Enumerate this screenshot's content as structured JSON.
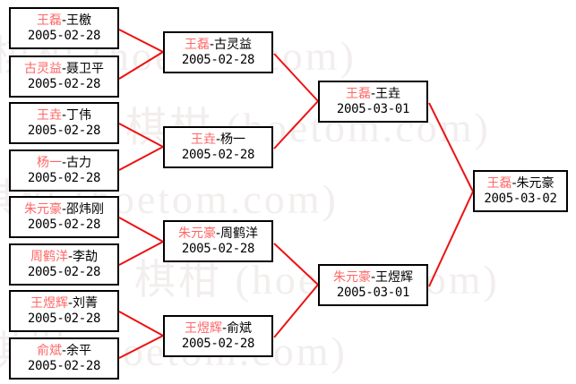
{
  "diagram": {
    "title": "Go tournament knockout bracket",
    "accent_line_color": "#ee1111",
    "winner_name_color": "#ff6666",
    "box_border_color": "#000000",
    "background_color": "#ffffff",
    "watermark_color": "#f2eeee",
    "watermark_text": "棋柑 (hoetom.com)"
  },
  "rounds": [
    {
      "name": "round-1",
      "matches": [
        {
          "id": "r1m1",
          "winner": "王磊",
          "sep": "-",
          "loser": "王檄",
          "date": "2005-02-28"
        },
        {
          "id": "r1m2",
          "winner": "古灵益",
          "sep": "-",
          "loser": "聂卫平",
          "date": "2005-02-28"
        },
        {
          "id": "r1m3",
          "winner": "王垚",
          "sep": "-",
          "loser": "丁伟",
          "date": "2005-02-28"
        },
        {
          "id": "r1m4",
          "winner": "杨一",
          "sep": "-",
          "loser": "古力",
          "date": "2005-02-28"
        },
        {
          "id": "r1m5",
          "winner": "朱元豪",
          "sep": "-",
          "loser": "邵炜刚",
          "date": "2005-02-28"
        },
        {
          "id": "r1m6",
          "winner": "周鹤洋",
          "sep": "-",
          "loser": "李劼",
          "date": "2005-02-28"
        },
        {
          "id": "r1m7",
          "winner": "王煜辉",
          "sep": "-",
          "loser": "刘菁",
          "date": "2005-02-28"
        },
        {
          "id": "r1m8",
          "winner": "俞斌",
          "sep": "-",
          "loser": "余平",
          "date": "2005-02-28"
        }
      ]
    },
    {
      "name": "round-2",
      "matches": [
        {
          "id": "r2m1",
          "winner": "王磊",
          "sep": "-",
          "loser": "古灵益",
          "date": "2005-02-28"
        },
        {
          "id": "r2m2",
          "winner": "王垚",
          "sep": "-",
          "loser": "杨一",
          "date": "2005-02-28"
        },
        {
          "id": "r2m3",
          "winner": "朱元豪",
          "sep": "-",
          "loser": "周鹤洋",
          "date": "2005-02-28"
        },
        {
          "id": "r2m4",
          "winner": "王煜辉",
          "sep": "-",
          "loser": "俞斌",
          "date": "2005-02-28"
        }
      ]
    },
    {
      "name": "round-3",
      "matches": [
        {
          "id": "r3m1",
          "winner": "王磊",
          "sep": "-",
          "loser": "王垚",
          "date": "2005-03-01"
        },
        {
          "id": "r3m2",
          "winner": "朱元豪",
          "sep": "-",
          "loser": "王煜辉",
          "date": "2005-03-01"
        }
      ]
    },
    {
      "name": "final",
      "matches": [
        {
          "id": "r4m1",
          "winner": "王磊",
          "sep": "-",
          "loser": "朱元豪",
          "date": "2005-03-02"
        }
      ]
    }
  ],
  "watermark_rows": [
    {
      "text": "棋柑 (hoetom.com)"
    },
    {
      "text": "棋柑 (hoetom.com)"
    },
    {
      "text": "棋柑 (hoetom.com)"
    },
    {
      "text": "棋柑 (hoetom.com)"
    },
    {
      "text": "棋柑 (hoetom.com)"
    }
  ]
}
